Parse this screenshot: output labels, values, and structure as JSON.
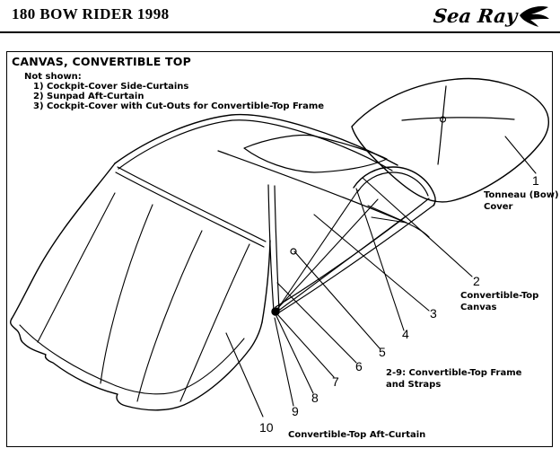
{
  "page": {
    "title": "180 BOW RIDER 1998",
    "brand": "Sea Ray"
  },
  "panel": {
    "title": "CANVAS, CONVERTIBLE TOP",
    "not_shown_heading": "Not shown:",
    "not_shown_items": [
      "1) Cockpit-Cover Side-Curtains",
      "2) Sunpad Aft-Curtain",
      "3) Cockpit-Cover with Cut-Outs for Convertible-Top Frame"
    ],
    "callout_numbers": [
      "1",
      "2",
      "3",
      "4",
      "5",
      "6",
      "7",
      "8",
      "9",
      "10"
    ],
    "labels": {
      "tonneau_line1": "Tonneau (Bow)",
      "tonneau_line2": "Cover",
      "canvas_line1": "Convertible-Top",
      "canvas_line2": "Canvas",
      "frame_line1": "2-9: Convertible-Top Frame",
      "frame_line2": "and Straps",
      "aft_curtain": "Convertible-Top Aft-Curtain"
    }
  },
  "colors": {
    "ink": "#000000",
    "paper": "#ffffff"
  }
}
